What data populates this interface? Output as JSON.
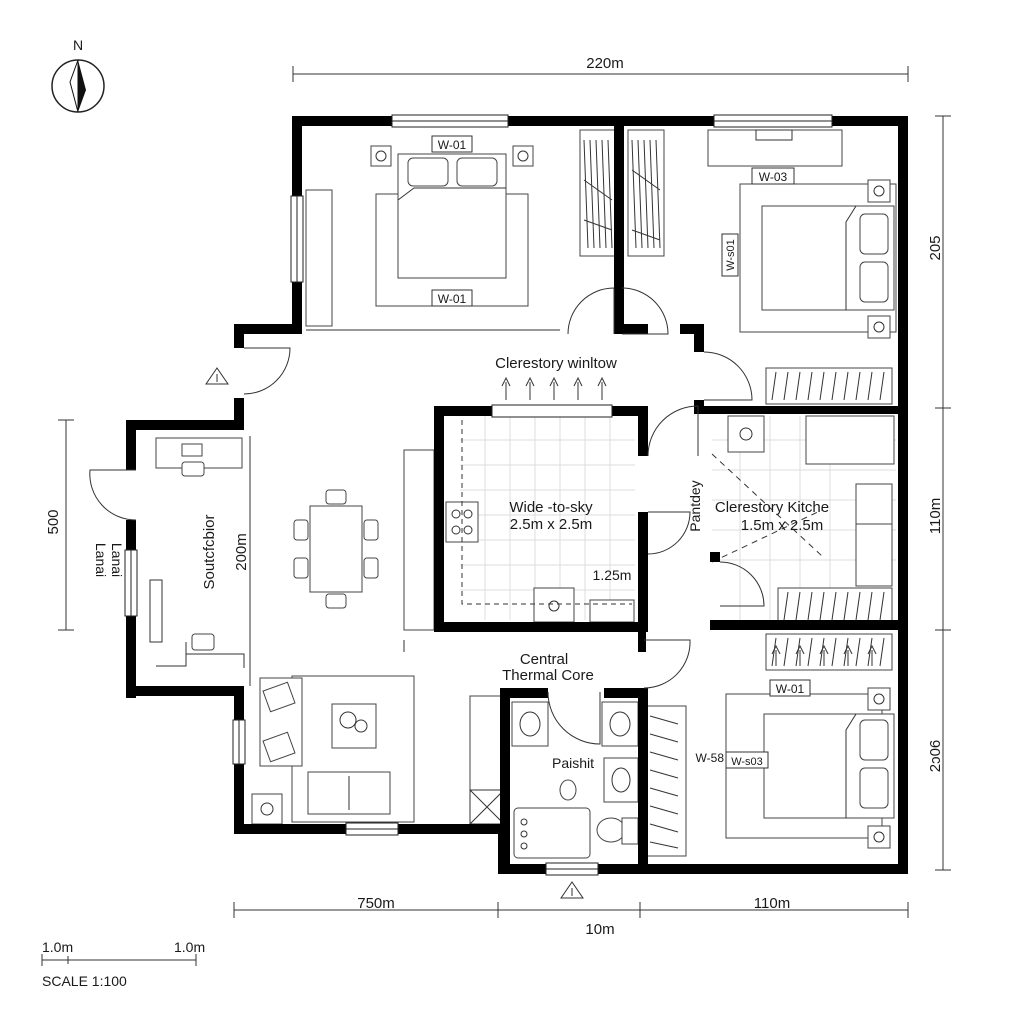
{
  "compass": {
    "label": "N",
    "icon": "north-arrow-icon"
  },
  "dimensions": {
    "top": "220m",
    "right_upper": "205",
    "right_middle": "110m",
    "right_lower": "2ↄ06",
    "left": "500",
    "bottom_left": "750m",
    "bottom_middle": "10m",
    "bottom_right": "110m"
  },
  "rooms": {
    "lanai_1": "Lanai",
    "lanai_2": "Lanai",
    "sunroom": "Soutcfcbior",
    "sunroom_dim": "200m",
    "clerestory_window": "Clerestory winltow",
    "wide_line1": "Wide -to-sky",
    "wide_line2": "2.5m x 2.5m",
    "wide_extra": "1.25m",
    "pantry": "Pantdey",
    "kitchen_line1": "Clerestory Kitche",
    "kitchen_line2": "1.5m x 2.5m",
    "core_line1": "Central",
    "core_line2": "Thermal Core",
    "bath": "Paishit"
  },
  "window_tags": {
    "bed1_top": "W-01",
    "bed1_bottom": "W-01",
    "bed2": "W-03",
    "bed2_side": "W-s01",
    "bed3": "W-01",
    "bed3_side_a": "W-58",
    "bed3_side_b": "W-s03"
  },
  "scale": {
    "left": "1.0m",
    "right": "1.0m",
    "label": "SCALE 1:100"
  }
}
